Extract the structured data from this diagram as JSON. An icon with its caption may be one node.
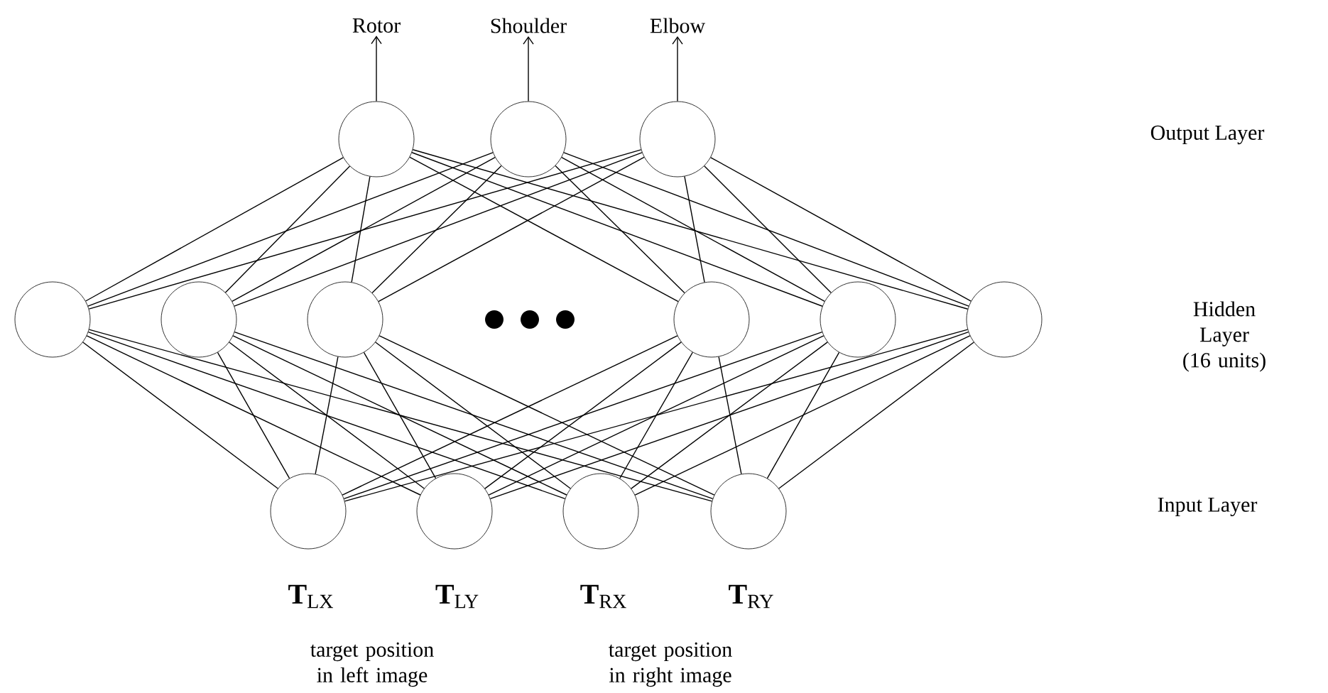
{
  "diagram": {
    "nodes": [
      {
        "text": [
          "Rotor"
        ]
      },
      {
        "text": [
          "Shoulder"
        ]
      },
      {
        "text": [
          "Elbow"
        ]
      },
      {
        "text": [],
        "shape": "circle"
      },
      {
        "text": [],
        "shape": "circle"
      },
      {
        "text": [],
        "shape": "circle"
      },
      {
        "text": [],
        "shape": "circle"
      },
      {
        "text": [],
        "shape": "circle"
      },
      {
        "text": [],
        "shape": "circle"
      },
      {
        "text": [],
        "shape": "circle"
      },
      {
        "text": [],
        "shape": "circle"
      },
      {
        "text": [],
        "shape": "circle"
      },
      {
        "text": [],
        "shape": "circle",
        "beside": [
          "**T**$_{LX}$"
        ]
      },
      {
        "text": [],
        "shape": "circle",
        "beside": [
          "**T**$_{LY}$"
        ]
      },
      {
        "text": [],
        "shape": "circle",
        "beside": [
          "**T**$_{RX}$"
        ]
      },
      {
        "text": [],
        "shape": "circle",
        "beside": [
          "**T**$_{RY}$"
        ]
      }
    ],
    "edges": [
      {
        "from": 3,
        "to": 0,
        "arrow": "to"
      },
      {
        "from": 4,
        "to": 1,
        "arrow": "to"
      },
      {
        "from": 5,
        "to": 2,
        "arrow": "to"
      },
      {
        "from": 6,
        "to": 3,
        "arrow": "none"
      },
      {
        "from": 6,
        "to": 4,
        "arrow": "none"
      },
      {
        "from": 6,
        "to": 5,
        "arrow": "none"
      },
      {
        "from": 7,
        "to": 3,
        "arrow": "none"
      },
      {
        "from": 7,
        "to": 4,
        "arrow": "none"
      },
      {
        "from": 7,
        "to": 5,
        "arrow": "none"
      },
      {
        "from": 8,
        "to": 3,
        "arrow": "none"
      },
      {
        "from": 8,
        "to": 4,
        "arrow": "none"
      },
      {
        "from": 8,
        "to": 5,
        "arrow": "none"
      },
      {
        "from": 9,
        "to": 3,
        "arrow": "none"
      },
      {
        "from": 9,
        "to": 4,
        "arrow": "none"
      },
      {
        "from": 9,
        "to": 5,
        "arrow": "none"
      },
      {
        "from": 10,
        "to": 3,
        "arrow": "none"
      },
      {
        "from": 10,
        "to": 4,
        "arrow": "none"
      },
      {
        "from": 10,
        "to": 5,
        "arrow": "none"
      },
      {
        "from": 11,
        "to": 3,
        "arrow": "none"
      },
      {
        "from": 11,
        "to": 4,
        "arrow": "none"
      },
      {
        "from": 11,
        "to": 5,
        "arrow": "none"
      },
      {
        "from": 12,
        "to": 6,
        "arrow": "none"
      },
      {
        "from": 12,
        "to": 7,
        "arrow": "none"
      },
      {
        "from": 12,
        "to": 8,
        "arrow": "none"
      },
      {
        "from": 12,
        "to": 9,
        "arrow": "none"
      },
      {
        "from": 12,
        "to": 10,
        "arrow": "none"
      },
      {
        "from": 12,
        "to": 11,
        "arrow": "none"
      },
      {
        "from": 13,
        "to": 6,
        "arrow": "none"
      },
      {
        "from": 13,
        "to": 7,
        "arrow": "none"
      },
      {
        "from": 13,
        "to": 8,
        "arrow": "none"
      },
      {
        "from": 13,
        "to": 9,
        "arrow": "none"
      },
      {
        "from": 13,
        "to": 10,
        "arrow": "none"
      },
      {
        "from": 13,
        "to": 11,
        "arrow": "none"
      },
      {
        "from": 14,
        "to": 6,
        "arrow": "none"
      },
      {
        "from": 14,
        "to": 7,
        "arrow": "none"
      },
      {
        "from": 14,
        "to": 8,
        "arrow": "none"
      },
      {
        "from": 14,
        "to": 9,
        "arrow": "none"
      },
      {
        "from": 14,
        "to": 10,
        "arrow": "none"
      },
      {
        "from": 14,
        "to": 11,
        "arrow": "none"
      },
      {
        "from": 15,
        "to": 6,
        "arrow": "none"
      },
      {
        "from": 15,
        "to": 7,
        "arrow": "none"
      },
      {
        "from": 15,
        "to": 8,
        "arrow": "none"
      },
      {
        "from": 15,
        "to": 9,
        "arrow": "none"
      },
      {
        "from": 15,
        "to": 10,
        "arrow": "none"
      },
      {
        "from": 15,
        "to": 11,
        "arrow": "none"
      }
    ],
    "labels": [
      "Output Layer",
      "Hidden Layer (16 units)",
      "Input Layer",
      "target position in left image",
      "target position in right image"
    ]
  }
}
